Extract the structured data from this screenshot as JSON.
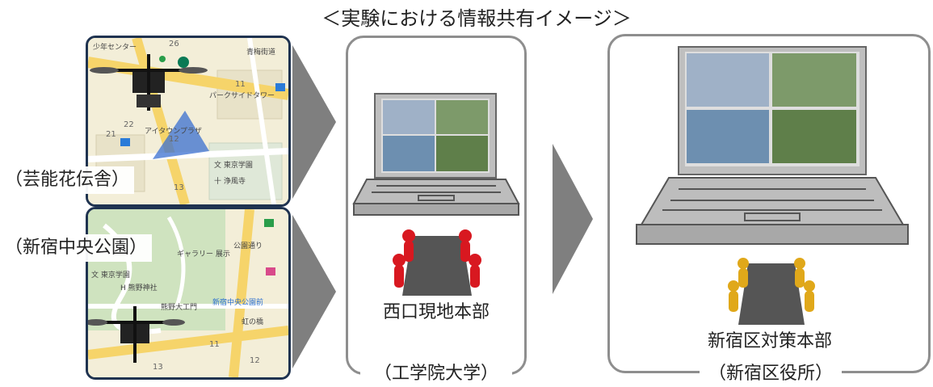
{
  "diagram": {
    "title": "＜実験における情報共有イメージ＞",
    "sites": [
      {
        "label": "（芸能花伝舎）"
      },
      {
        "label": "（新宿中央公園）"
      }
    ],
    "hq1": {
      "name": "西口現地本部",
      "place": "（工学院大学）"
    },
    "hq2": {
      "name": "新宿区対策本部",
      "place": "（新宿区役所）"
    }
  },
  "map1": {
    "labels": [
      "少年センター",
      "青梅街道",
      "パークサイドタワー",
      "アイタウンプラザ",
      "文 東京学園",
      "十 浄風寺",
      "26",
      "11",
      "21",
      "12",
      "13",
      "22"
    ]
  },
  "map2": {
    "labels": [
      "公園通り",
      "ギャラリー 展示",
      "文 東京学園",
      "H 熊野神社",
      "熊野大工門",
      "新宿中央公園前",
      "虹の橋",
      "11",
      "12",
      "13"
    ]
  },
  "colors": {
    "frame": "#8e8e8e",
    "arrow": "#7f7f7f",
    "map_border": "#1f3350",
    "figure_red": "#d81820",
    "figure_gold": "#e0a81a",
    "table": "#555555"
  }
}
